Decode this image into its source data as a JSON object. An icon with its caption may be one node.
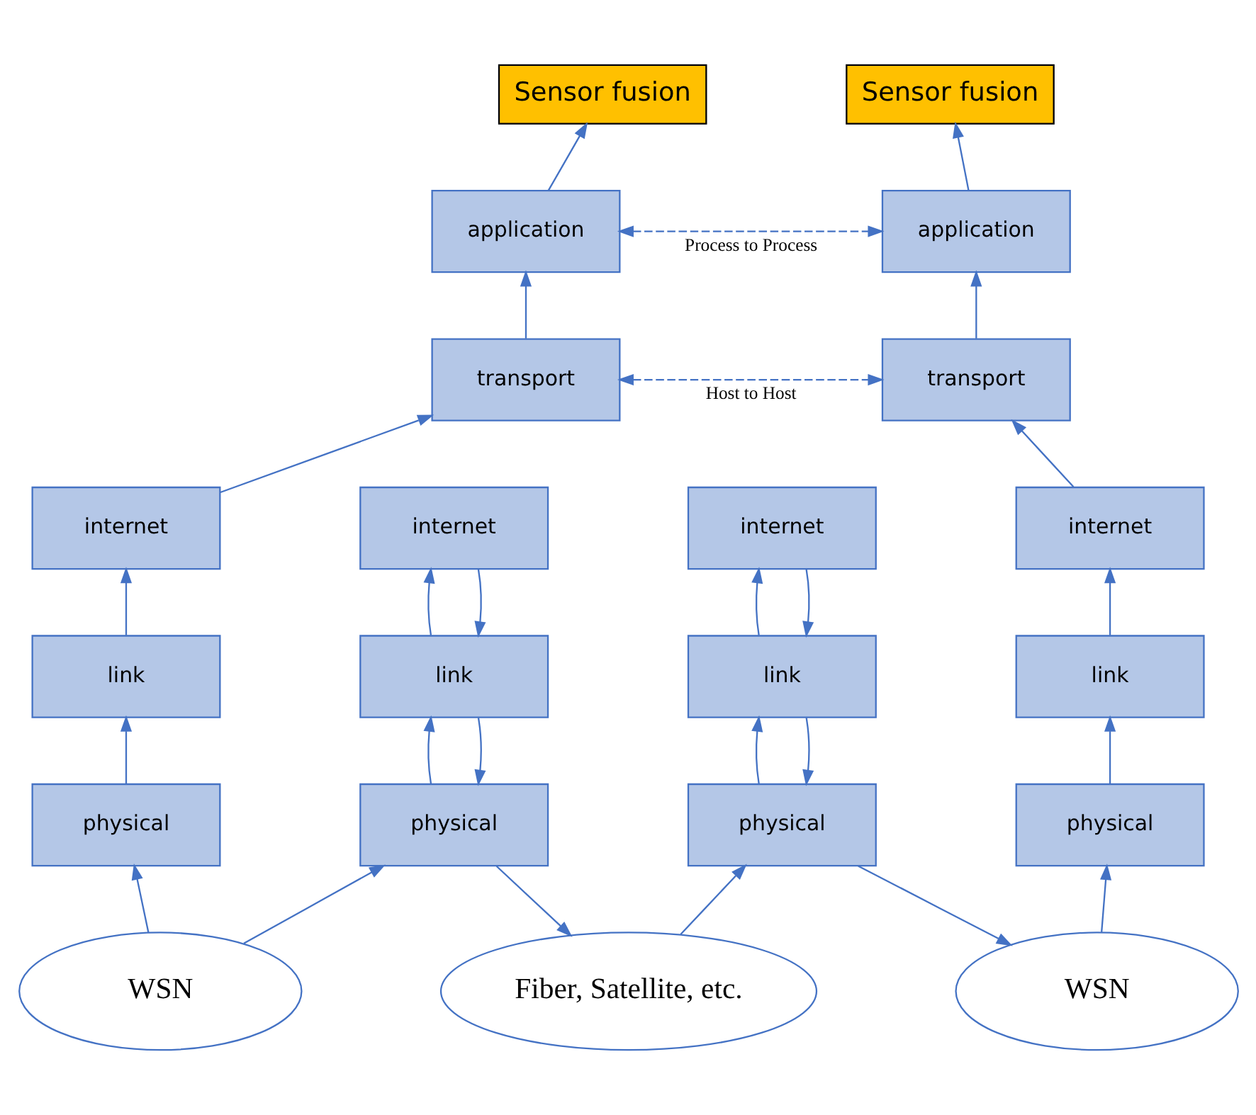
{
  "diagram": {
    "nodes": [
      {
        "text": [
          "Sensor fusion"
        ]
      },
      {
        "text": [
          "Sensor fusion"
        ]
      },
      {
        "text": [
          "application"
        ]
      },
      {
        "text": [
          "application"
        ]
      },
      {
        "text": [
          "transport"
        ]
      },
      {
        "text": [
          "transport"
        ]
      },
      {
        "text": [
          "internet"
        ]
      },
      {
        "text": [
          "internet"
        ]
      },
      {
        "text": [
          "internet"
        ]
      },
      {
        "text": [
          "internet"
        ]
      },
      {
        "text": [
          "link"
        ]
      },
      {
        "text": [
          "link"
        ]
      },
      {
        "text": [
          "link"
        ]
      },
      {
        "text": [
          "link"
        ]
      },
      {
        "text": [
          "physical"
        ]
      },
      {
        "text": [
          "physical"
        ]
      },
      {
        "text": [
          "physical"
        ]
      },
      {
        "text": [
          "physical"
        ]
      },
      {
        "text": [
          "WSN"
        ]
      },
      {
        "text": [
          "Fiber, Satellite, etc."
        ]
      },
      {
        "text": [
          "WSN"
        ]
      }
    ],
    "edges": [
      {
        "from": 2,
        "to": 0,
        "arrow": "to"
      },
      {
        "from": 3,
        "to": 1,
        "arrow": "to"
      },
      {
        "from": 2,
        "to": 3,
        "arrow": "both",
        "style": "dashed",
        "label": "Process to Process"
      },
      {
        "from": 4,
        "to": 2,
        "arrow": "to"
      },
      {
        "from": 5,
        "to": 3,
        "arrow": "to"
      },
      {
        "from": 4,
        "to": 5,
        "arrow": "both",
        "style": "dashed",
        "label": "Host to Host"
      },
      {
        "from": 6,
        "to": 4,
        "arrow": "to"
      },
      {
        "from": 9,
        "to": 5,
        "arrow": "to"
      },
      {
        "from": 11,
        "to": 7,
        "arrow": "to"
      },
      {
        "from": 7,
        "to": 11,
        "arrow": "to"
      },
      {
        "from": 12,
        "to": 8,
        "arrow": "to"
      },
      {
        "from": 8,
        "to": 12,
        "arrow": "to"
      },
      {
        "from": 10,
        "to": 6,
        "arrow": "to"
      },
      {
        "from": 13,
        "to": 9,
        "arrow": "to"
      },
      {
        "from": 14,
        "to": 10,
        "arrow": "to"
      },
      {
        "from": 15,
        "to": 11,
        "arrow": "to"
      },
      {
        "from": 11,
        "to": 15,
        "arrow": "to"
      },
      {
        "from": 16,
        "to": 12,
        "arrow": "to"
      },
      {
        "from": 12,
        "to": 16,
        "arrow": "to"
      },
      {
        "from": 17,
        "to": 13,
        "arrow": "to"
      },
      {
        "from": 18,
        "to": 14,
        "arrow": "to"
      },
      {
        "from": 18,
        "to": 15,
        "arrow": "to"
      },
      {
        "from": 15,
        "to": 19,
        "arrow": "to"
      },
      {
        "from": 19,
        "to": 16,
        "arrow": "to"
      },
      {
        "from": 16,
        "to": 20,
        "arrow": "to"
      },
      {
        "from": 20,
        "to": 17,
        "arrow": "to"
      }
    ]
  }
}
